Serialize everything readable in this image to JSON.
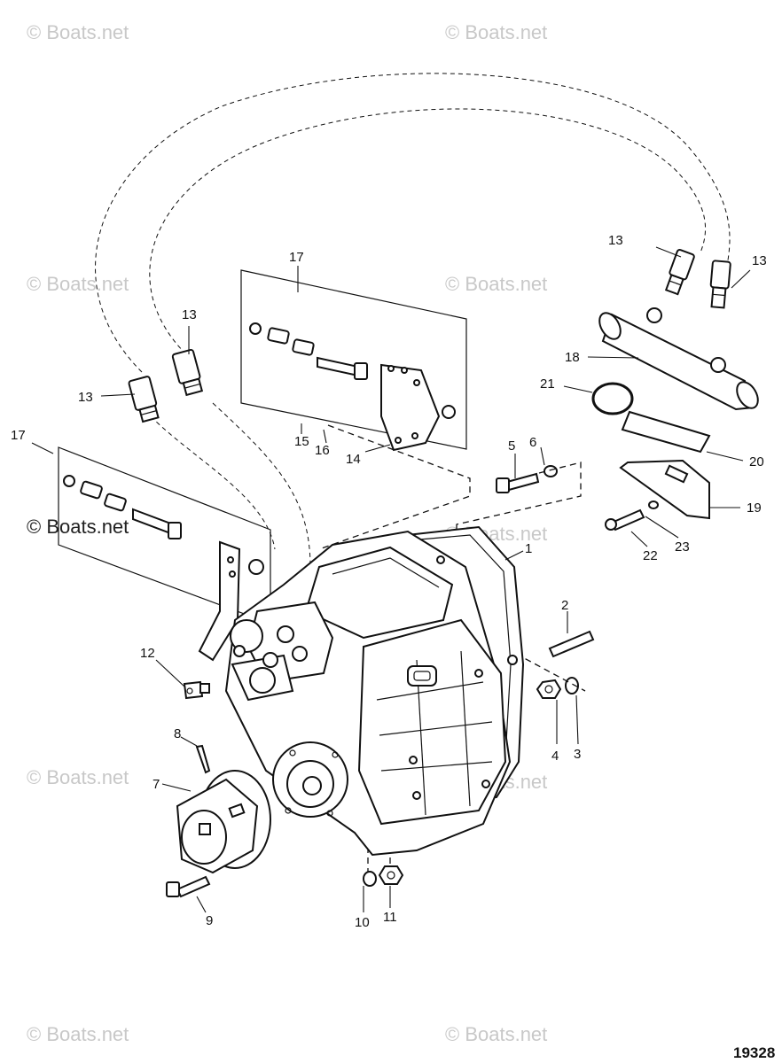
{
  "watermark": "© Boats.net",
  "figure_number": "19328",
  "callouts": {
    "c1": "1",
    "c2": "2",
    "c3": "3",
    "c4": "4",
    "c5": "5",
    "c6": "6",
    "c7": "7",
    "c8": "8",
    "c9": "9",
    "c10": "10",
    "c11": "11",
    "c12": "12",
    "c13a": "13",
    "c13b": "13",
    "c13c": "13",
    "c13d": "13",
    "c14": "14",
    "c15": "15",
    "c16": "16",
    "c17a": "17",
    "c17b": "17",
    "c18": "18",
    "c19": "19",
    "c20": "20",
    "c21": "21",
    "c22": "22",
    "c23": "23"
  }
}
